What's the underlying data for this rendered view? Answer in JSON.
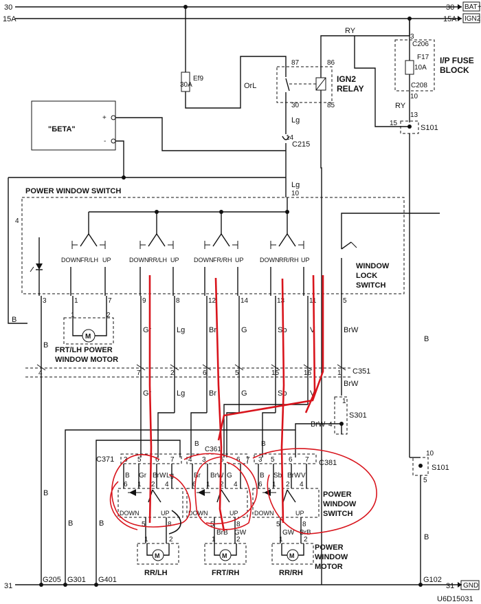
{
  "header": {
    "bat_line": "30",
    "bat_tag": "BAT+",
    "ign_line": "15A",
    "ign_tag": "IGN2",
    "bat_line_r": "30",
    "ign_line_r": "15A"
  },
  "fuse_ef9": {
    "rating": "30A",
    "name": "Ef9"
  },
  "wires": {
    "orl": "OrL",
    "ry_top": "RY",
    "ry_mid": "RY",
    "lg_relay": "Lg",
    "lg_switch": "Lg",
    "b_left": "B",
    "b_left2": "B",
    "b_right": "B",
    "b_right2": "B",
    "b_right3": "B",
    "b_mid1": "B",
    "b_mid2": "B",
    "b_mid3": "B",
    "brw_top": "BrW",
    "brw_low": "BrW",
    "brw_s301": "BrW"
  },
  "relay": {
    "name": "IGN2",
    "name2": "RELAY",
    "p87": "87",
    "p86": "86",
    "p30": "30",
    "p85": "85"
  },
  "fuse_block": {
    "name": "I/P FUSE",
    "name2": "BLOCK",
    "fuse": "F17",
    "rating": "10A",
    "c206": "C206",
    "c208": "C208",
    "p3": "3",
    "p10": "10",
    "p13": "13",
    "p15": "15",
    "s101": "S101"
  },
  "c215": {
    "name": "C215",
    "pin": "14"
  },
  "beta": {
    "label": "\"БЕТА\"",
    "plus": "+",
    "minus": "-"
  },
  "pws": {
    "title": "POWER WINDOW SWITCH",
    "lg_pin": "10",
    "pin4": "4",
    "lock": [
      "WINDOW",
      "LOCK",
      "SWITCH"
    ],
    "groups": [
      {
        "down": "DOWN",
        "mid": "FR/LH",
        "up": "UP"
      },
      {
        "down": "DOWN",
        "mid": "RR/LH",
        "up": "UP"
      },
      {
        "down": "DOWN",
        "mid": "FR/RH",
        "up": "UP"
      },
      {
        "down": "DOWN",
        "mid": "RR/RH",
        "up": "UP"
      }
    ],
    "pins": [
      "3",
      "1",
      "7",
      "9",
      "8",
      "12",
      "14",
      "13",
      "11",
      "5"
    ]
  },
  "frt_lh_motor": {
    "p1": "1",
    "p2": "2",
    "label1": "FRT/LH POWER",
    "label2": "WINDOW MOTOR",
    "m": "M"
  },
  "c351": {
    "name": "C351",
    "pins": [
      "4",
      "7",
      "2",
      "6",
      "5",
      "15",
      "16",
      "1"
    ]
  },
  "wire_colors_upper": [
    "Gr",
    "Lg",
    "Br",
    "G",
    "Sb",
    "V",
    "BrW"
  ],
  "wire_colors_lower": [
    "Gr",
    "Lg",
    "Br",
    "G",
    "Sb",
    "V"
  ],
  "s301": {
    "name": "S301",
    "p1": "1",
    "p4": "4",
    "wire": "BrW"
  },
  "s101_right": {
    "name": "S101",
    "p10": "10",
    "p5": "5"
  },
  "c371": {
    "name": "C371",
    "pins": [
      "3",
      "5",
      "6",
      "7"
    ]
  },
  "c361": {
    "name": "C361",
    "pins": [
      "4",
      "3",
      "5",
      "6",
      "7"
    ]
  },
  "c381": {
    "name": "C381",
    "pins": [
      "3",
      "5",
      "6",
      "7"
    ]
  },
  "sub_switch": {
    "title": [
      "POWER",
      "WINDOW",
      "SWITCH"
    ],
    "colors_a": [
      "B",
      "Gr",
      "BrW",
      "Lg"
    ],
    "colors_b": [
      "Br",
      "BrW",
      "G"
    ],
    "colors_c": [
      "B",
      "Sb",
      "BrW",
      "V"
    ],
    "pins_top": [
      "6",
      "1",
      "2",
      "4"
    ],
    "down": "DOWN",
    "up": "UP",
    "pins_bottom": [
      "5",
      "8"
    ],
    "bottom_colors": [
      "BrB",
      "GW",
      "GW",
      "BrB"
    ]
  },
  "motors": {
    "title": [
      "POWER",
      "WINDOW",
      "MOTOR"
    ],
    "items": [
      {
        "label": "RR/LH",
        "p1": "1",
        "p2": "2"
      },
      {
        "label": "FRT/RH",
        "p1": "1",
        "p2": "2"
      },
      {
        "label": "RR/RH",
        "p1": "1",
        "p2": "2"
      }
    ],
    "m": "M"
  },
  "grounds": {
    "line": "31",
    "line_r": "31",
    "tag": "GND",
    "g205": "G205",
    "g301": "G301",
    "g401": "G401",
    "g102": "G102"
  },
  "footer": {
    "code": "U6D15031"
  }
}
